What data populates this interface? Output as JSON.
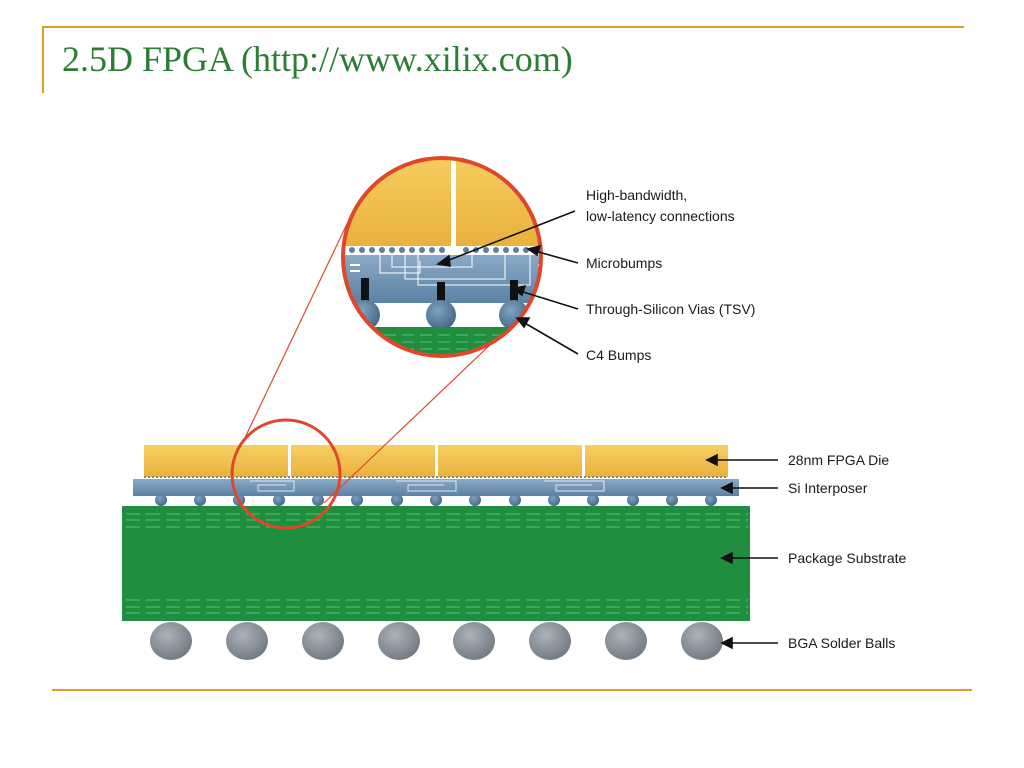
{
  "slide": {
    "title": "2.5D FPGA (http://www.xilix.com)"
  },
  "diagram": {
    "callouts": {
      "connections_line1": "High-bandwidth,",
      "connections_line2": "low-latency connections",
      "microbumps": "Microbumps",
      "tsv": "Through-Silicon Vias (TSV)",
      "c4": "C4 Bumps"
    },
    "layers": {
      "fpga_die": "28nm FPGA Die",
      "interposer": "Si Interposer",
      "substrate": "Package Substrate",
      "bga": "BGA Solder Balls"
    },
    "colors": {
      "die": "#f2be48",
      "interposer": "#6f93b5",
      "substrate": "#1f8f3f",
      "solder_ball": "#8c949c",
      "highlight_ring": "#e0472a",
      "accent_rule": "#d99f2a",
      "title": "#2a7d33"
    }
  }
}
